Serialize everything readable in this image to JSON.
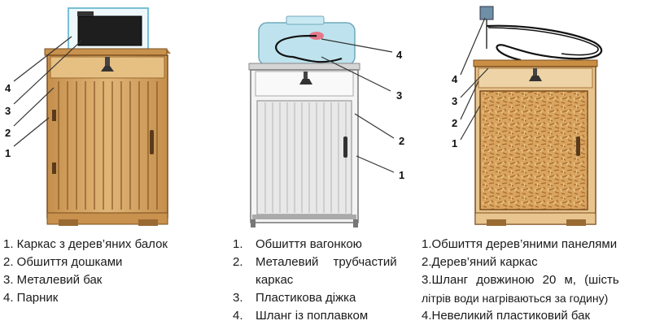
{
  "callouts": {
    "cabin1": [
      "4",
      "3",
      "2",
      "1"
    ],
    "cabin2": [
      "4",
      "3",
      "2",
      "1"
    ],
    "cabin3": [
      "4",
      "3",
      "2",
      "1"
    ]
  },
  "legend1": {
    "items": [
      "1. Каркас з дерев’яних балок",
      "2. Обшиття дошками",
      "3. Металевий бак",
      "4. Парник"
    ]
  },
  "legend2": {
    "items": [
      {
        "num": "1.",
        "text": "Обшиття вагонкою"
      },
      {
        "num": "2.",
        "text": "Металевий трубчастий",
        "text2": "каркас"
      },
      {
        "num": "3.",
        "text": "Пластикова діжка"
      },
      {
        "num": "4.",
        "text": "Шланг із поплавком"
      }
    ]
  },
  "legend3": {
    "item1": "1.Обшиття дерев’яними панелями",
    "item2": "2.Дерев’яний каркас",
    "item3_line1": "3.Шланг довжиною 20 м, (шість",
    "item3_line2": "літрів води нагріваються за годину)",
    "item4": "4.Невеликий пластиковий бак"
  },
  "colors": {
    "wood": "#d4a865",
    "wood_dark": "#8a5a28",
    "frame": "#c8c8c8",
    "water": "#bfe3ee",
    "osb": "#c98e44"
  }
}
